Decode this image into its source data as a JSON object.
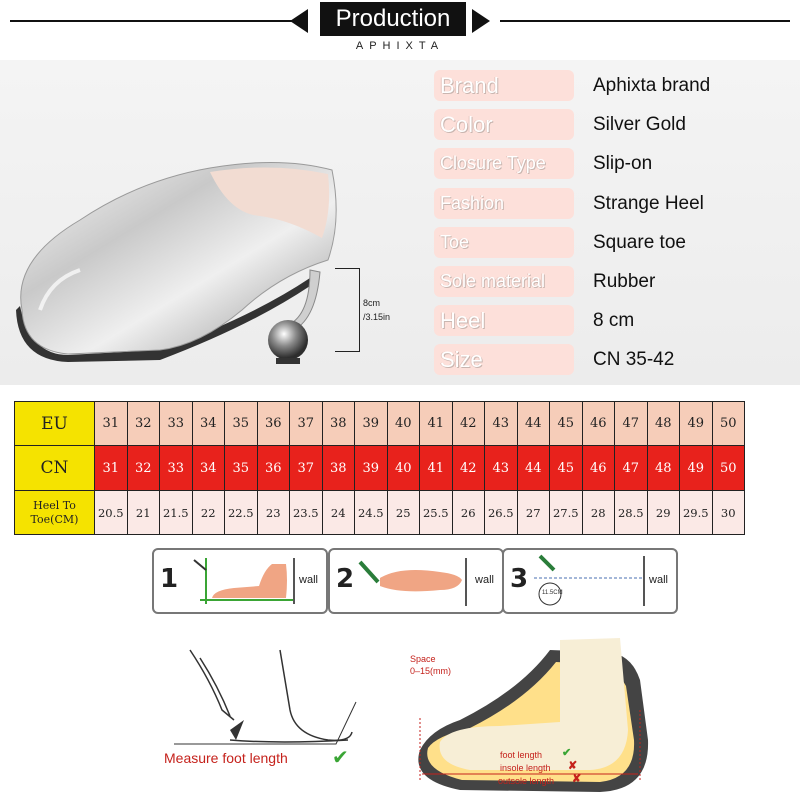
{
  "header": {
    "title": "Production",
    "subtitle": "APHIXTA"
  },
  "shoe": {
    "dimension_cm": "8cm",
    "dimension_in": "/3.15in"
  },
  "specs": [
    {
      "label": "Brand",
      "value": "Aphixta brand"
    },
    {
      "label": "Color",
      "value": "Silver Gold"
    },
    {
      "label": "Closure Type",
      "value": "Slip-on"
    },
    {
      "label": "Fashion",
      "value": "Strange Heel"
    },
    {
      "label": "Toe",
      "value": "Square toe"
    },
    {
      "label": "Sole material",
      "value": "Rubber"
    },
    {
      "label": "Heel",
      "value": "8 cm"
    },
    {
      "label": "Size",
      "value": "CN 35-42"
    }
  ],
  "size_chart": {
    "eu_label": "EU",
    "cn_label": "CN",
    "heel_label_line1": "Heel To",
    "heel_label_line2": "Toe(CM)",
    "eu": [
      "31",
      "32",
      "33",
      "34",
      "35",
      "36",
      "37",
      "38",
      "39",
      "40",
      "41",
      "42",
      "43",
      "44",
      "45",
      "46",
      "47",
      "48",
      "49",
      "50"
    ],
    "cn": [
      "31",
      "32",
      "33",
      "34",
      "35",
      "36",
      "37",
      "38",
      "39",
      "40",
      "41",
      "42",
      "43",
      "44",
      "45",
      "46",
      "47",
      "48",
      "49",
      "50"
    ],
    "heel_to_toe": [
      "20.5",
      "21",
      "21.5",
      "22",
      "22.5",
      "23",
      "23.5",
      "24",
      "24.5",
      "25",
      "25.5",
      "26",
      "26.5",
      "27",
      "27.5",
      "28",
      "28.5",
      "29",
      "29.5",
      "30"
    ]
  },
  "steps": [
    {
      "num": "1",
      "wall": "wall"
    },
    {
      "num": "2",
      "wall": "wall"
    },
    {
      "num": "3",
      "wall": "wall",
      "mark": "11.5CM"
    }
  ],
  "measure": {
    "caption": "Measure foot length",
    "space_label": "Space",
    "space_range": "0–15(mm)",
    "foot_length": "foot length",
    "insole_length": "insole length",
    "outsole_length": "outsole length"
  },
  "colors": {
    "accent_red": "#e8221c",
    "accent_yellow": "#f5e300",
    "label_pink": "#fde0da"
  }
}
